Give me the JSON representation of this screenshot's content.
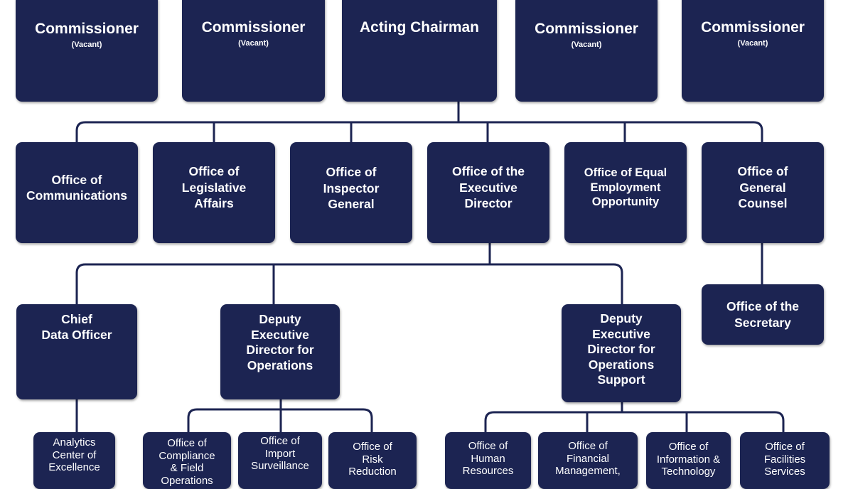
{
  "leadership": {
    "commissioner_1": {
      "title": "Commissioner",
      "status": "(Vacant)"
    },
    "commissioner_2": {
      "title": "Commissioner",
      "status": "(Vacant)"
    },
    "chairman": {
      "title": "Acting Chairman"
    },
    "commissioner_3": {
      "title": "Commissioner",
      "status": "(Vacant)"
    },
    "commissioner_4": {
      "title": "Commissioner",
      "status": "(Vacant)"
    }
  },
  "offices": {
    "communications": "Office of\nCommunications",
    "legislative_affairs": "Office of\nLegislative\nAffairs",
    "inspector_general": "Office of\nInspector\nGeneral",
    "executive_director": "Office of the\nExecutive\nDirector",
    "equal_employment": "Office of Equal\nEmployment\nOpportunity",
    "general_counsel": "Office of\nGeneral\nCounsel",
    "secretary": "Office of the\nSecretary"
  },
  "executive": {
    "chief_data_officer": "Chief\nData Officer",
    "deputy_operations": "Deputy\nExecutive\nDirector for\nOperations",
    "deputy_operations_support": "Deputy\nExecutive\nDirector for\nOperations\nSupport"
  },
  "divisions": {
    "analytics": "Analytics\nCenter of\nExcellence",
    "compliance": "Office of\nCompliance\n& Field\nOperations",
    "import_surveillance": "Office of\nImport\nSurveillance",
    "risk_reduction": "Office of\nRisk\nReduction",
    "human_resources": "Office of\nHuman\nResources",
    "financial_management": "Office of\nFinancial\nManagement,",
    "information_technology": "Office of\nInformation &\nTechnology",
    "facilities": "Office of\nFacilities\nServices"
  },
  "colors": {
    "box": "#1c2452",
    "connector": "#1c2452",
    "text": "#ffffff"
  }
}
